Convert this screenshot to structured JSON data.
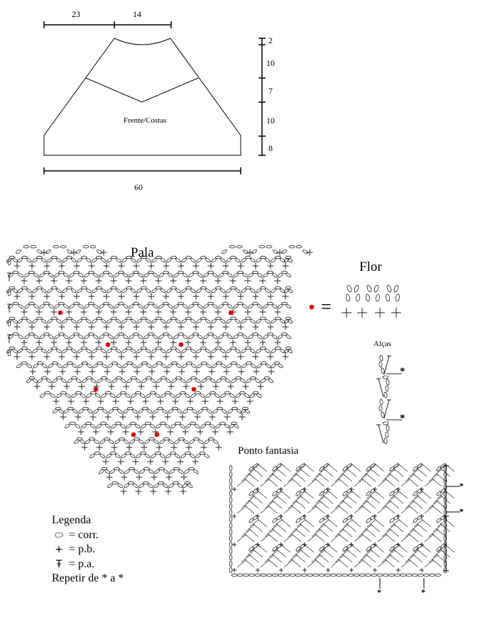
{
  "schematic": {
    "top_dims": [
      "23",
      "14"
    ],
    "piece_label": "Frente/Costas",
    "side_dims": [
      "2",
      "10",
      "7",
      "10",
      "8"
    ],
    "bottom_dim": "60"
  },
  "pala": {
    "title": "Pala"
  },
  "flor": {
    "title": "Flor",
    "equals": "="
  },
  "alcas": {
    "title": "Alças",
    "markers": [
      "*",
      "*"
    ]
  },
  "ponto_fantasia": {
    "title": "Ponto fantasia",
    "right_markers": [
      "*",
      "*"
    ],
    "bottom_markers": [
      "*",
      "*"
    ]
  },
  "legend": {
    "title": "Legenda",
    "items": [
      {
        "icon": "chain-oval-icon",
        "text": "= corr."
      },
      {
        "icon": "single-crochet-plus-icon",
        "text": "= p.b."
      },
      {
        "icon": "double-crochet-icon",
        "text": "= p.a."
      }
    ],
    "note": "Repetir de * a *"
  },
  "colors": {
    "ink": "#000000",
    "accent_dot": "#e00000"
  }
}
